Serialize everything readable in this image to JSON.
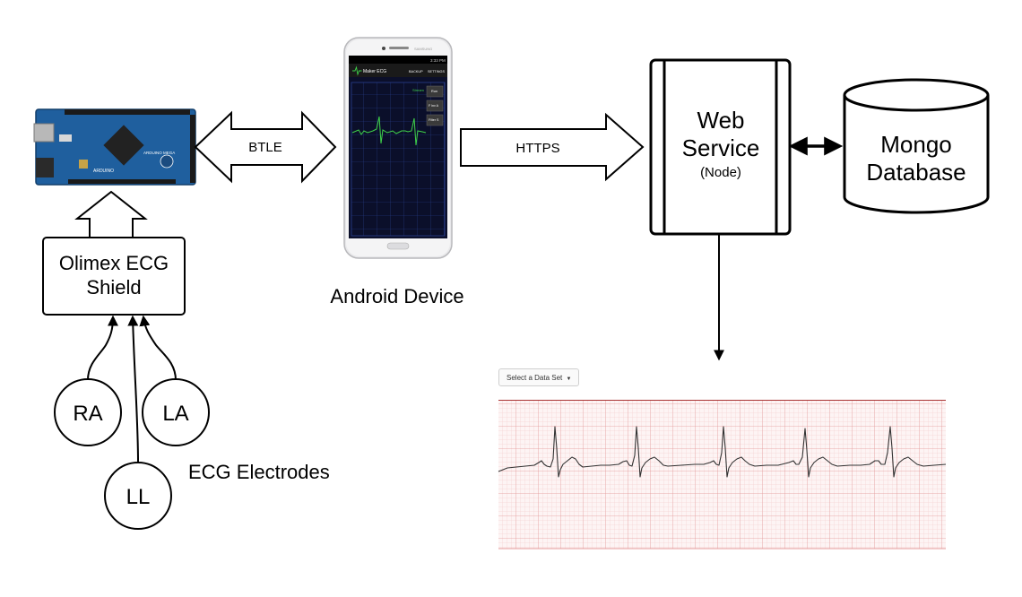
{
  "labels": {
    "btle": "BTLE",
    "https": "HTTPS",
    "web_service_line1": "Web",
    "web_service_line2": "Service",
    "web_service_sub": "(Node)",
    "mongo_line1": "Mongo",
    "mongo_line2": "Database",
    "android_device": "Android Device",
    "olimex_line1": "Olimex ECG",
    "olimex_line2": "Shield",
    "ra": "RA",
    "la": "LA",
    "ll": "LL",
    "ecg_electrodes": "ECG Electrodes"
  },
  "phone_app": {
    "title": "Maker ECG",
    "menu_backup": "BACKUP",
    "menu_settings": "SETTINGS",
    "status_time": "3:33 PM",
    "brand": "SAMSUNG",
    "stream_label": "Stream",
    "buttons": [
      "Run",
      "F lnv A",
      "Filter S"
    ]
  },
  "board": {
    "model": "ARDUINO MEGA",
    "brand": "ARDUINO"
  },
  "chart": {
    "dropdown_label": "Select a Data Set",
    "grid_color": "#e9a9a9",
    "trace_color": "#333333"
  },
  "colors": {
    "phone_screen": "#0b0f2a",
    "phone_grid": "#2a3f8f",
    "phone_trace": "#3fd24a",
    "board_blue": "#1f5f9e"
  }
}
